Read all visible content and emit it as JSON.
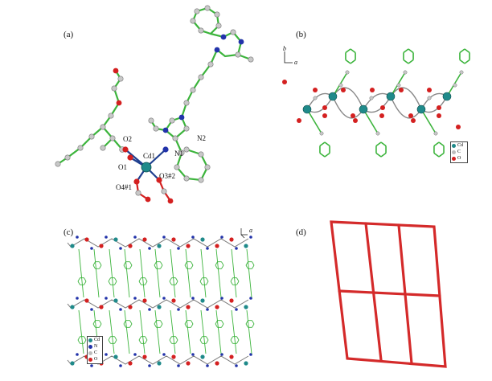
{
  "panels": {
    "a": {
      "label": "(a)"
    },
    "b": {
      "label": "(b)",
      "axes": {
        "b": "b",
        "a": "a"
      }
    },
    "c": {
      "label": "(c)",
      "axes": {
        "a": "a"
      }
    },
    "d": {
      "label": "(d)"
    }
  },
  "atom_labels": {
    "o2": "O2",
    "cd1": "Cd1",
    "n1": "N1",
    "n2": "N2",
    "o1": "O1",
    "o4": "O4#1",
    "o3": "O3#2"
  },
  "legend_b": [
    {
      "symbol": "Cd",
      "color": "#1f8a8a"
    },
    {
      "symbol": "C",
      "color": "#bdbdbd"
    },
    {
      "symbol": "O",
      "color": "#d42020"
    }
  ],
  "legend_c": [
    {
      "symbol": "Cd",
      "color": "#1f8a8a"
    },
    {
      "symbol": "N",
      "color": "#2233aa"
    },
    {
      "symbol": "C",
      "color": "#bdbdbd"
    },
    {
      "symbol": "O",
      "color": "#d42020"
    }
  ],
  "colors": {
    "cd": "#1f8a8a",
    "n": "#2233aa",
    "c": "#c8c8c8",
    "o": "#d42020",
    "bond_c": "#3cb43c",
    "bond_cd": "#1f3f8f",
    "net": "#d42a2a"
  }
}
